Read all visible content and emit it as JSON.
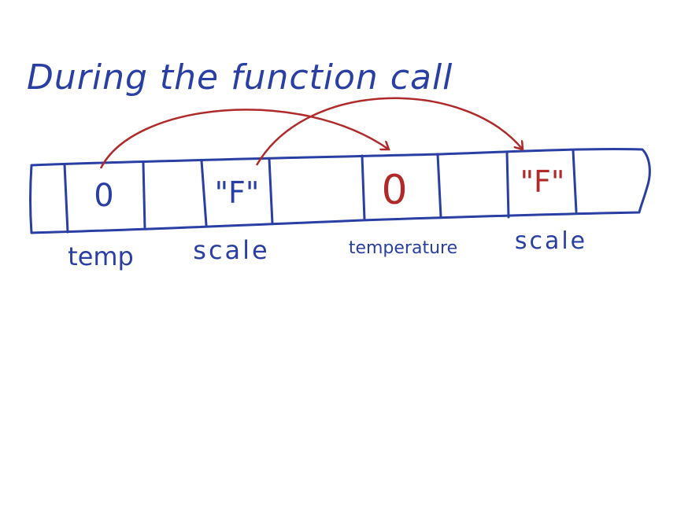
{
  "title": "During the function call",
  "colors": {
    "ink": "#2a3fa3",
    "accent": "#b02a2a",
    "background": "#ffffff"
  },
  "memory": {
    "cells": [
      {
        "name": "temp-cell",
        "value": "",
        "color": "ink"
      },
      {
        "name": "temp-value-cell",
        "value": "0",
        "color": "ink"
      },
      {
        "name": "empty-cell-1",
        "value": "",
        "color": "ink"
      },
      {
        "name": "scale-value-cell",
        "value": "\"F\"",
        "color": "ink"
      },
      {
        "name": "empty-cell-2",
        "value": "",
        "color": "ink"
      },
      {
        "name": "temperature-value-cell",
        "value": "0",
        "color": "accent"
      },
      {
        "name": "empty-cell-3",
        "value": "",
        "color": "ink"
      },
      {
        "name": "param-scale-value-cell",
        "value": "\"F\"",
        "color": "accent"
      },
      {
        "name": "empty-cell-4",
        "value": "",
        "color": "ink"
      }
    ],
    "labels": {
      "temp": "temp",
      "scale": "scale",
      "temperature": "temperature",
      "param_scale": "scale"
    }
  },
  "arrows": [
    {
      "from": "temp",
      "to": "temperature"
    },
    {
      "from": "scale",
      "to": "param_scale"
    }
  ]
}
